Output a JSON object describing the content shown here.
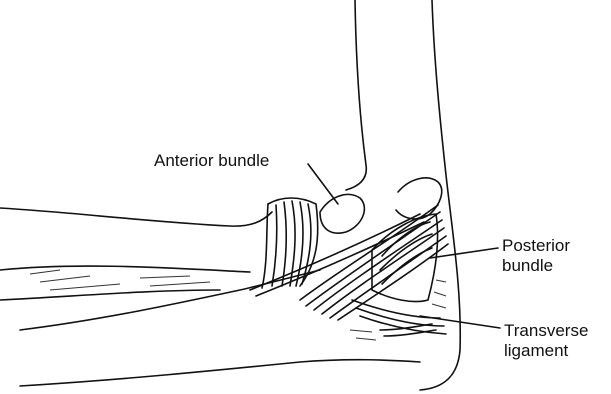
{
  "labels": {
    "anterior_bundle": "Anterior bundle",
    "posterior_bundle": [
      "Posterior",
      "bundle"
    ],
    "transverse_ligament": [
      "Transverse",
      "ligament"
    ]
  },
  "colors": {
    "ink": "#111111",
    "paper": "#ffffff"
  }
}
